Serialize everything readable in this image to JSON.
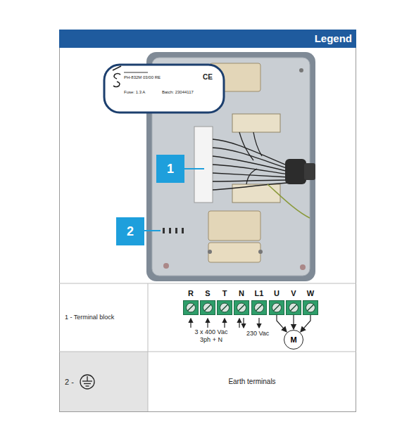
{
  "diagram": {
    "title": "Legend",
    "nodes": [
      {
        "text": [
          "1"
        ]
      },
      {
        "text": [
          "2"
        ]
      },
      {
        "text": [
          "R"
        ]
      },
      {
        "text": [
          "S"
        ]
      },
      {
        "text": [
          "T"
        ]
      },
      {
        "text": [
          "N"
        ]
      },
      {
        "text": [
          "L1"
        ]
      },
      {
        "text": [
          "U"
        ]
      },
      {
        "text": [
          "V"
        ]
      },
      {
        "text": [
          "W"
        ]
      },
      {
        "text": [
          "M"
        ]
      }
    ],
    "edges": [
      {
        "from": 7,
        "to": 10,
        "arrow": "to"
      },
      {
        "from": 8,
        "to": 10,
        "arrow": "to"
      },
      {
        "from": 9,
        "to": 10,
        "arrow": "to"
      }
    ],
    "labels": [
      "PH-832M 03/00 RE",
      "Fuse: 1.3 A",
      "Batch: 23044117",
      "CE",
      "1 - Terminal block",
      "3 x 400 Vac 3ph + N",
      "230 Vac",
      "2 -",
      "Earth terminals"
    ]
  }
}
